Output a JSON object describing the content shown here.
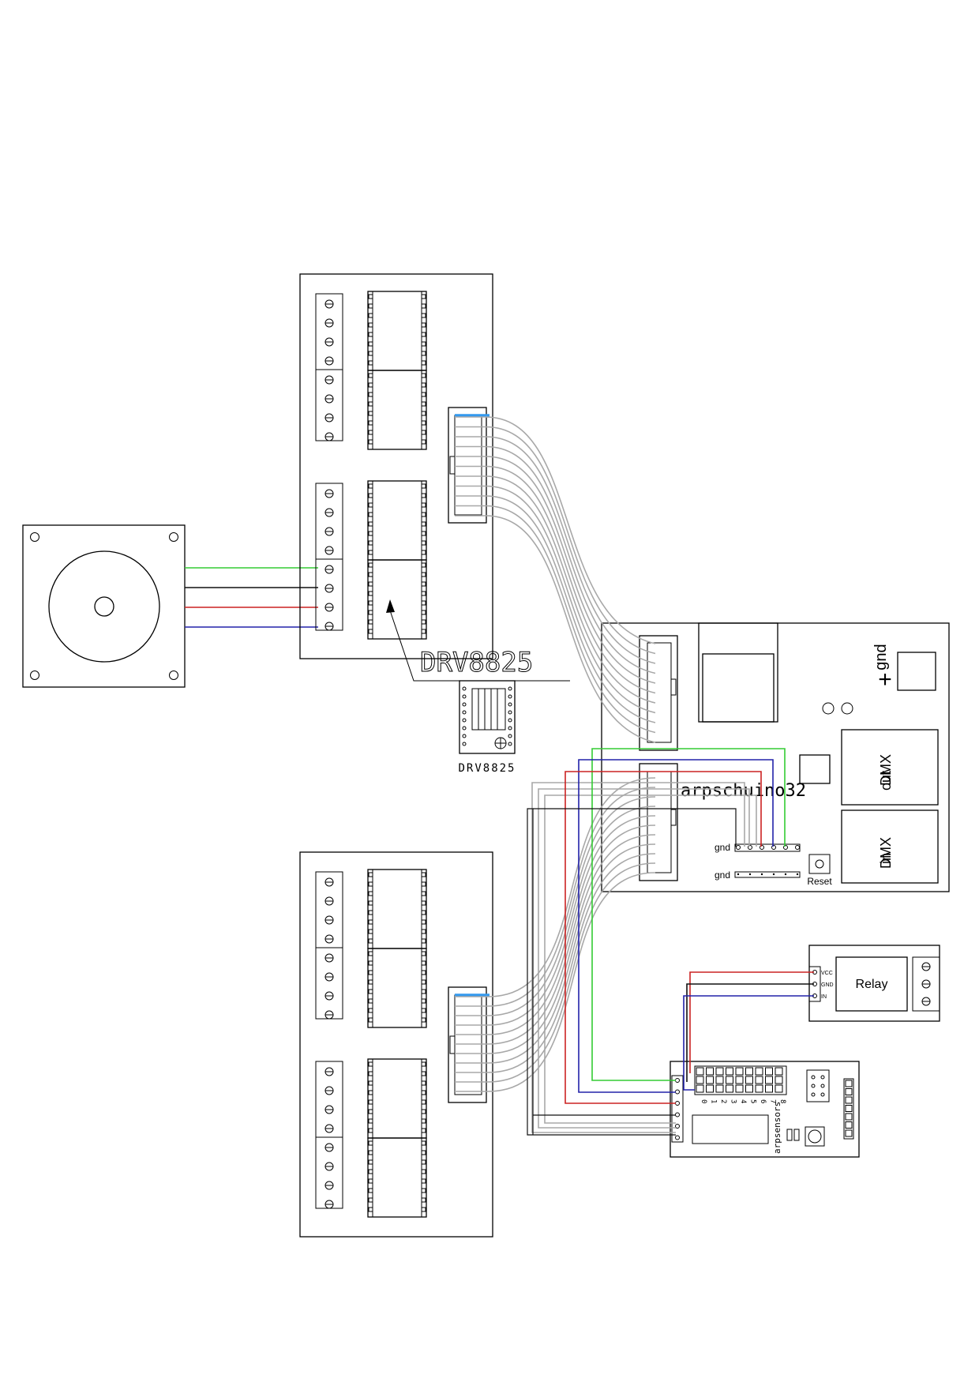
{
  "labels": {
    "driver_callout": "DRV8825",
    "driver_module": "DRV8825",
    "controller_name": "arpschuino32",
    "power_label": "gnd",
    "power_plus": "+",
    "dmx_out_1": "DMX",
    "dmx_out_2": "out",
    "dmx_in_1": "DMX",
    "dmx_in_2": "in",
    "gnd_top": "gnd",
    "gnd_bottom": "gnd",
    "reset": "Reset",
    "relay": "Relay",
    "relay_vcc": "VCC",
    "relay_gnd": "GND",
    "relay_in": "IN",
    "sensors_name": "arpsensors",
    "sensor_pins": [
      "0",
      "1",
      "2",
      "3",
      "4",
      "5",
      "6",
      "7",
      "8"
    ]
  },
  "colors": {
    "line": "#000000",
    "wire_gray": "#a8a8a8",
    "wire_green": "#33cc33",
    "wire_red": "#cc2222",
    "wire_blue": "#2222aa",
    "wire_black": "#111111",
    "ribbon_highlight": "#3399ee"
  },
  "icons": [
    "stepper-motor-icon",
    "screw-terminal-icon",
    "potentiometer-icon",
    "push-button-icon"
  ]
}
